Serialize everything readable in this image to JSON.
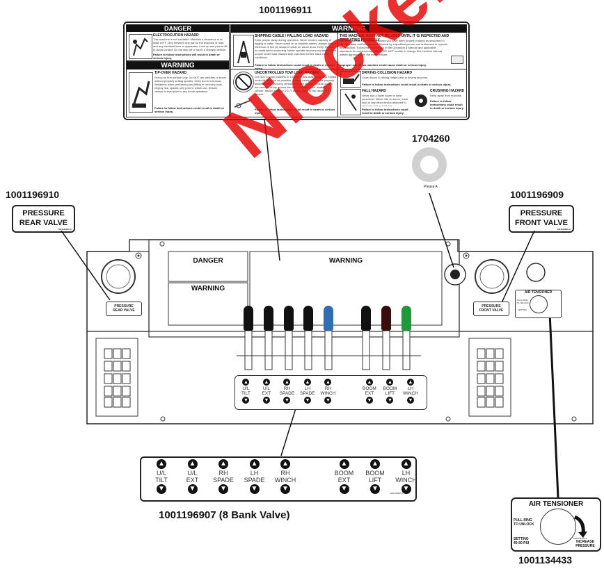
{
  "part_numbers": {
    "safety_decal": "1001196911",
    "seal": "1704260",
    "rear_valve_decal": "1001196910",
    "front_valve_decal": "1001196909",
    "valve_bank_decal": "1001196907 (8 Bank Valve)",
    "air_tensioner_decal": "1001134433"
  },
  "safety_decal": {
    "danger_header": "DANGER",
    "electrocution_title": "ELECTROCUTION HAZARD",
    "electrocution_body": "This machine is not insulated. Maintain a clearance of at least 10FT. (3m) between any part of the machine or load and any electrical lines or apparatus. Look up and plan to lift to avoid contact. Do not step off or touch a charged vehicle.",
    "electrocution_footer": "Failure to follow instructions will result in death or serious injury.",
    "warning_header_small": "WARNING",
    "tipover_title": "TIP-OVER HAZARD",
    "tipover_body": "Set up on firm surface only. Do NOT use winches or boom without properly setting spades. Obey boom extension limitations when performing any lifting or recovery work. Deploy rear spades only prior to winch use. Ensure vehicle is level prior to any boom operation.",
    "tipover_footer": "Failure to follow instructions could result in death or serious injury.",
    "warning_header_large": "WARNING",
    "shipping_title": "SHIPPING CABLE / FALLING LOAD HAZARD",
    "shipping_body": "Keep people away during operation. Never exceed capacity of rigging or cable. Never stand on or straddle cables. Always keep a minimum of five (5) wraps of cable on winch drum. Keep tension on cable when unwinding. Never operate recovery equipment with people under load. Always stop operation before slack cable conditions.",
    "shipping_footer": "Failure to follow instructions could result in death or serious injury.",
    "inspect_title": "THIS MACHINE MUST NOT BE USED UNTIL IT IS INSPECTED AND OPERATING PROPERLY",
    "inspect_body": "DO NOT operate this machine unless you have been properly trained as described in the Operation and Maintenance Manual by a qualified person and authorized to operate this machine. Follow the instructions in the Operation & Manual and applicable standards for required inspections. DO NOT modify or change this machine without written approval from the manufacturer.",
    "inspect_footer": "Improper use of this machine could cause death or serious injury.",
    "tow_title": "UNCONTROLLED TOW LOAD HAZARD",
    "tow_body": "DO NOT exceed GAWRs or GCWR of this chassis. Always extract under lift as close as possible. Ensure safety chains are properly attached from recovery vehicle to towed vehicle. Ensure chains are secured firmly around the axle or frame of the disabled vehicle. Attach auxiliary D.O.T. towing lights to the disabled vehicle.",
    "tow_footer": "Failure to follow instructions could result in death or serious injury.",
    "driving_title": "DRIVING COLLISION HAZARD",
    "driving_body": "Lower boom to driving height prior to driving machine.",
    "driving_footer": "Failure to follow instructions could result in death or serious injury.",
    "fall_title": "FALL HAZARD",
    "fall_body": "Never use a lower boom to hoist personnel. Never ride on boom, mast, load or any other device attached to recovery unit or load line.",
    "fall_footer": "Failure to follow instructions could result in death or serious injury.",
    "crushing_title": "CRUSHING HAZARD",
    "crushing_body": "Keep away from machine.",
    "crushing_footer": "Failure to follow instructions could result in death or serious injury."
  },
  "seal_text": "Please A",
  "rear_valve_label": "PRESSURE\nREAR VALVE",
  "rear_valve_small": "1001196910-A",
  "front_valve_label": "PRESSURE\nFRONT VALVE",
  "front_valve_small": "1001196909-A",
  "panel": {
    "danger_label": "DANGER",
    "warning_label_left": "WARNING",
    "warning_label_main": "WARNING",
    "rear_gauge_label": "PRESSURE\nREAR VALVE",
    "front_gauge_label": "PRESSURE\nFRONT VALVE",
    "air_tensioner_title": "AIR TENSIONER",
    "air_small_left_top": "PULL RING TO UNLOCK",
    "air_small_left_bottom": "SETTING"
  },
  "valve_levers": [
    {
      "color": "#111111"
    },
    {
      "color": "#111111"
    },
    {
      "color": "#111111"
    },
    {
      "color": "#111111"
    },
    {
      "color": "#2f6db5"
    },
    {
      "color": "#111111"
    },
    {
      "color": "#3a0d0d"
    },
    {
      "color": "#1e9a3a"
    }
  ],
  "valve_functions": [
    {
      "line1": "U/L",
      "line2": "TILT"
    },
    {
      "line1": "U/L",
      "line2": "EXT"
    },
    {
      "line1": "RH",
      "line2": "SPADE"
    },
    {
      "line1": "LH",
      "line2": "SPADE"
    },
    {
      "line1": "RH",
      "line2": "WINCH"
    },
    {
      "line1": "BOOM",
      "line2": "EXT"
    },
    {
      "line1": "BOOM",
      "line2": "LIFT"
    },
    {
      "line1": "LH",
      "line2": "WINCH"
    }
  ],
  "valve_decal_small": "1001196907-A",
  "air_tensioner_decal": {
    "title": "AIR TENSIONER",
    "pull_ring": "PULL RING\nTO UNLOCK",
    "setting": "SETTING\n40-50 PSI",
    "increase": "INCREASE\nPRESSURE",
    "small": "1001134433-A"
  },
  "watermark": "Nieckel Sales In"
}
